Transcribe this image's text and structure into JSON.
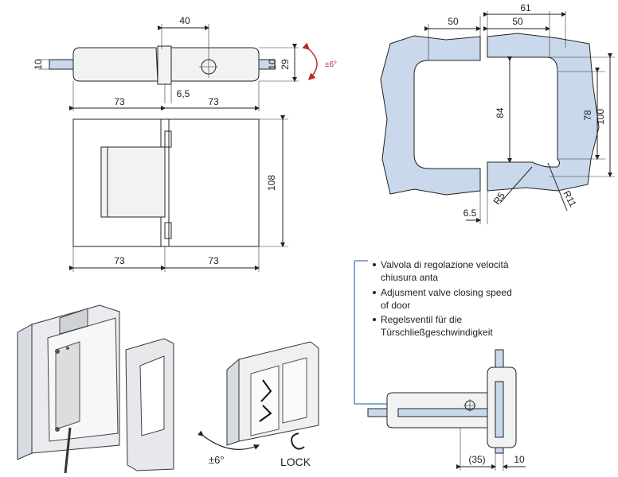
{
  "top_view": {
    "d40": "40",
    "d10_left": "10",
    "d10_right": "10",
    "d29": "29",
    "rotation": "±6°",
    "d6_5": "6,5",
    "d73_left": "73",
    "d73_right": "73"
  },
  "front_view": {
    "d108": "108",
    "d73_left": "73",
    "d73_right": "73"
  },
  "cutout": {
    "d50_left": "50",
    "d61": "61",
    "d50_right": "50",
    "d84": "84",
    "d78": "78",
    "d100": "100",
    "r5": "R5",
    "r11": "R11",
    "d6_5": "6.5"
  },
  "notes": [
    "Valvola di regolazione velocità",
    "chiusura anta",
    "Adjusment valve closing speed",
    "of door",
    "Regelsventil für die",
    "Türschließgeschwindigkeit"
  ],
  "side_view": {
    "d35": "(35)",
    "d10": "10"
  },
  "photo_labels": {
    "angle": "±6°",
    "lock": "LOCK"
  },
  "colors": {
    "glass": "#c9d8ea",
    "line": "#222222",
    "accent": "#c0282d",
    "callout": "#5b8fc4"
  }
}
